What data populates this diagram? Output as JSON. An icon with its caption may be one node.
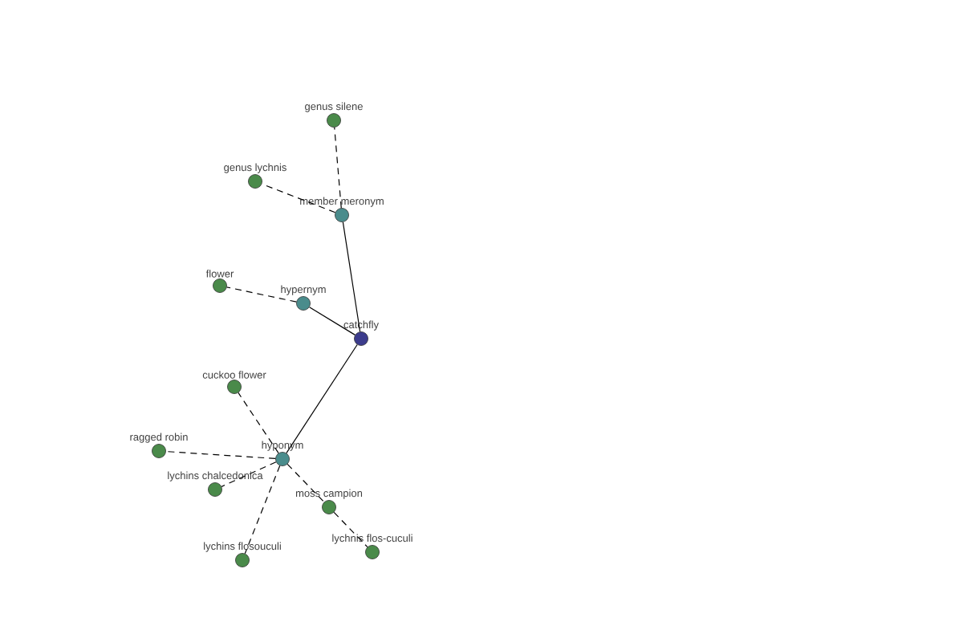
{
  "diagram": {
    "nodes": [
      {
        "text": [
          "catchfly"
        ]
      },
      {
        "text": [
          "hypernym"
        ]
      },
      {
        "text": [
          "member meronym"
        ]
      },
      {
        "text": [
          "hyponym"
        ]
      },
      {
        "text": [
          "genus silene"
        ]
      },
      {
        "text": [
          "genus lychnis"
        ]
      },
      {
        "text": [
          "flower"
        ]
      },
      {
        "text": [
          "cuckoo flower"
        ]
      },
      {
        "text": [
          "ragged robin"
        ]
      },
      {
        "text": [
          "lychins chalcedonica"
        ]
      },
      {
        "text": [
          "moss campion"
        ]
      },
      {
        "text": [
          "lychins flosouculi"
        ]
      },
      {
        "text": [
          "lychnis flos-cuculi"
        ]
      }
    ],
    "edges": [
      {
        "from": 0,
        "to": 1,
        "arrow": "none"
      },
      {
        "from": 0,
        "to": 2,
        "arrow": "none"
      },
      {
        "from": 0,
        "to": 3,
        "arrow": "none"
      },
      {
        "from": 2,
        "to": 4,
        "arrow": "none",
        "style": "dashed"
      },
      {
        "from": 2,
        "to": 5,
        "arrow": "none",
        "style": "dashed"
      },
      {
        "from": 1,
        "to": 6,
        "arrow": "none",
        "style": "dashed"
      },
      {
        "from": 3,
        "to": 7,
        "arrow": "none",
        "style": "dashed"
      },
      {
        "from": 3,
        "to": 8,
        "arrow": "none",
        "style": "dashed"
      },
      {
        "from": 3,
        "to": 9,
        "arrow": "none",
        "style": "dashed"
      },
      {
        "from": 3,
        "to": 10,
        "arrow": "none",
        "style": "dashed"
      },
      {
        "from": 3,
        "to": 11,
        "arrow": "none",
        "style": "dashed"
      },
      {
        "from": 10,
        "to": 12,
        "arrow": "none",
        "style": "dashed"
      }
    ]
  }
}
